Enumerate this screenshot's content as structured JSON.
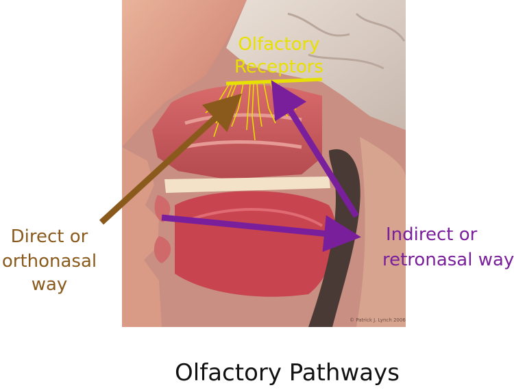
{
  "title": "Olfactory Pathways",
  "labels": {
    "receptors": [
      "Olfactory",
      "Receptors"
    ],
    "direct": [
      "Direct or",
      "orthonasal",
      "way"
    ],
    "indirect": [
      "Indirect or",
      "retronasal way"
    ]
  },
  "credit": "© Patrick J. Lynch 2006",
  "colors": {
    "receptors": "#e8e000",
    "direct": "#8a5a1c",
    "indirect": "#7a1f9c",
    "background": "#ffffff"
  }
}
